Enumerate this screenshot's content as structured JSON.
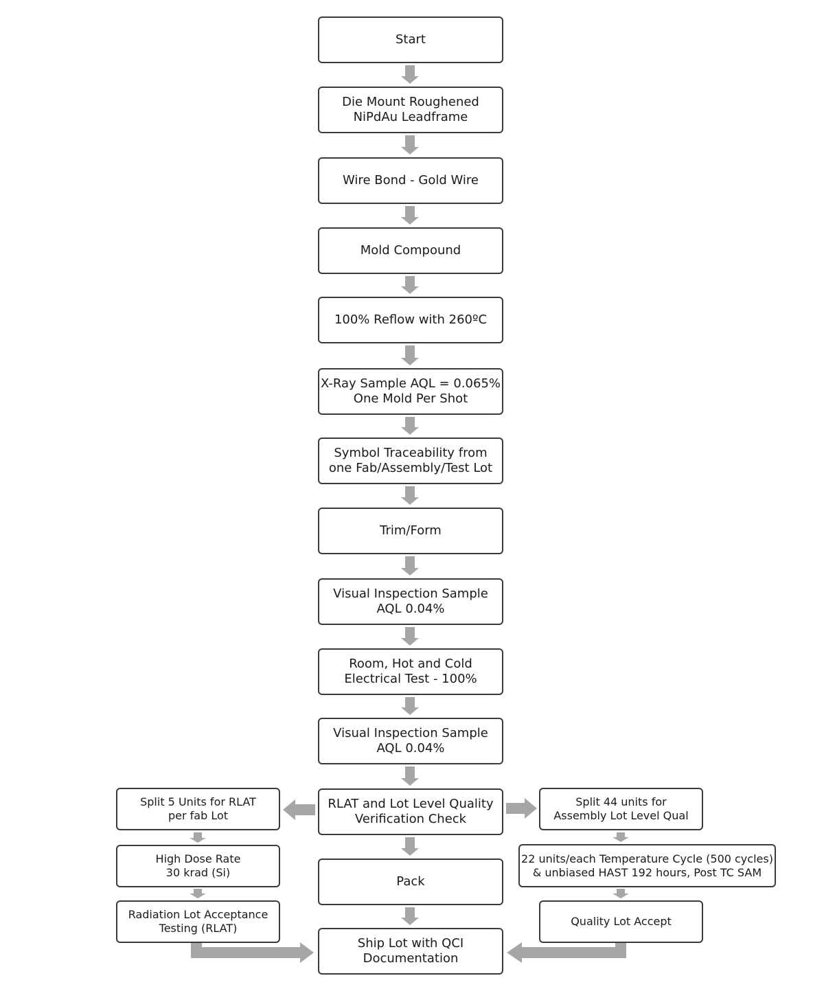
{
  "colors": {
    "arrow": "#a6a6a6",
    "border": "#3a3a3a",
    "text": "#1a1a1a"
  },
  "flow": {
    "start": "Start",
    "die_mount": "Die Mount Roughened\nNiPdAu Leadframe",
    "wire_bond": "Wire Bond - Gold Wire",
    "mold_compound": "Mold Compound",
    "reflow": "100% Reflow with 260ºC",
    "xray": "X-Ray Sample AQL = 0.065%\nOne Mold Per Shot",
    "symbol": "Symbol Traceability from\none Fab/Assembly/Test Lot",
    "trim_form": "Trim/Form",
    "visual_1": "Visual Inspection Sample\nAQL 0.04%",
    "electrical_test": "Room, Hot and Cold\nElectrical Test - 100%",
    "visual_2": "Visual Inspection Sample\nAQL 0.04%",
    "rlat_check": "RLAT and Lot Level Quality\nVerification Check",
    "pack": "Pack",
    "ship_lot": "Ship Lot with QCI\nDocumentation"
  },
  "left_branch": {
    "split_rlat": "Split 5 Units for RLAT\nper fab Lot",
    "high_dose": "High Dose Rate\n30 krad (Si)",
    "rlat_testing": "Radiation Lot Acceptance\nTesting (RLAT)"
  },
  "right_branch": {
    "split_qual": "Split 44 units for\nAssembly Lot Level Qual",
    "temp_cycle": "22 units/each Temperature Cycle (500 cycles)\n& unbiased HAST 192 hours, Post TC SAM",
    "quality_accept": "Quality Lot Accept"
  }
}
